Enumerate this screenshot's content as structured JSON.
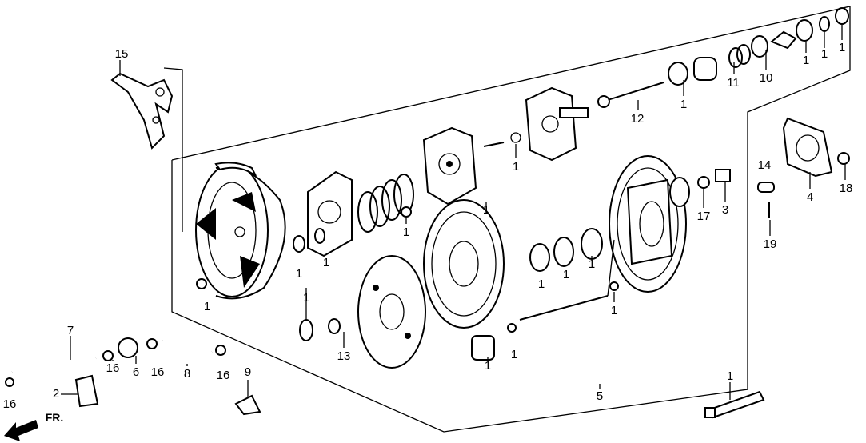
{
  "diagram": {
    "callouts": [
      "15",
      "1",
      "1",
      "1",
      "11",
      "10",
      "1",
      "12",
      "1",
      "14",
      "4",
      "18",
      "17",
      "3",
      "19",
      "1",
      "1",
      "1",
      "1",
      "1",
      "1",
      "1",
      "1",
      "1",
      "1",
      "13",
      "1",
      "1",
      "7",
      "16",
      "6",
      "16",
      "8",
      "16",
      "9",
      "2",
      "16",
      "5",
      "1"
    ],
    "front_label": "FR.",
    "line_color": "#000000",
    "background": "#ffffff"
  }
}
